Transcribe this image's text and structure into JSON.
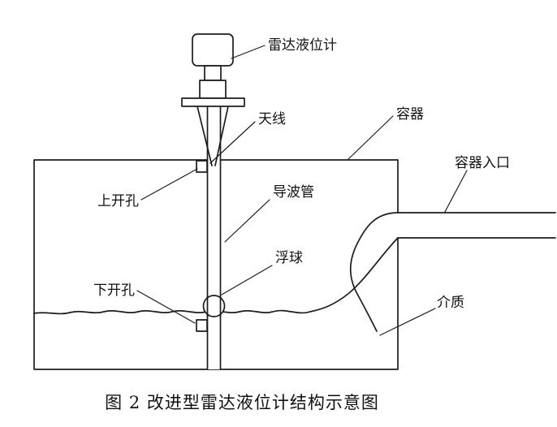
{
  "figure": {
    "caption": "图 2  改进型雷达液位计结构示意图"
  },
  "labels": {
    "radar_gauge": "雷达液位计",
    "antenna": "天线",
    "vessel": "容器",
    "vessel_inlet": "容器入口",
    "waveguide": "导波管",
    "float_ball": "浮球",
    "upper_hole": "上开孔",
    "lower_hole": "下开孔",
    "medium": "介质"
  },
  "colors": {
    "line": "#1c1c1c",
    "background": "#ffffff"
  }
}
